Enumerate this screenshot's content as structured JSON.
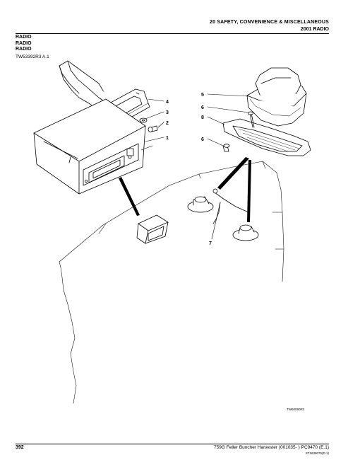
{
  "header": {
    "section": "20 SAFETY, CONVENIENCE & MISCELLANEOUS",
    "subsection": "2001 RADIO"
  },
  "titles": [
    "RADIO",
    "RADIO",
    "RADIO"
  ],
  "figure_ref": "TW53392R3 A.1",
  "illustration": {
    "callouts": [
      "1",
      "2",
      "3",
      "4",
      "5",
      "6",
      "6",
      "7",
      "8"
    ],
    "image_code": "TW60090R3"
  },
  "footer": {
    "page_number": "392",
    "title": "759G Feller Buncher Harvester (001035- )   PC9470   (E.1)",
    "code": "ST1639075(D.1)"
  }
}
